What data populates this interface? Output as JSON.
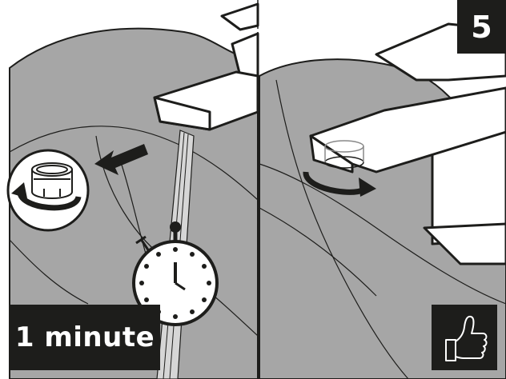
{
  "step": {
    "number": "5"
  },
  "duration": {
    "label": "1 minute"
  },
  "icons": {
    "flow": "water-flow",
    "timer": "stopwatch-icon",
    "unscrew": "counterclockwise-arrow-icon",
    "remove": "arrow-left-icon",
    "refit": "clockwise-arrow-icon",
    "approve": "thumbs-up-icon"
  },
  "colors": {
    "basin": "#a6a6a6",
    "ink": "#1d1d1b",
    "paper": "#ffffff"
  }
}
